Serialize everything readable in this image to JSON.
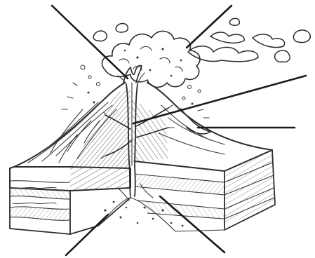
{
  "figure": {
    "subject": "volcano-cross-section",
    "label_lines": [
      {
        "id": "crater"
      },
      {
        "id": "ash-cloud"
      },
      {
        "id": "vent"
      },
      {
        "id": "side-vent"
      },
      {
        "id": "dike-left"
      },
      {
        "id": "magma-chamber"
      }
    ]
  },
  "colors": {
    "ink": "#2b2b2b",
    "background": "#ffffff"
  }
}
